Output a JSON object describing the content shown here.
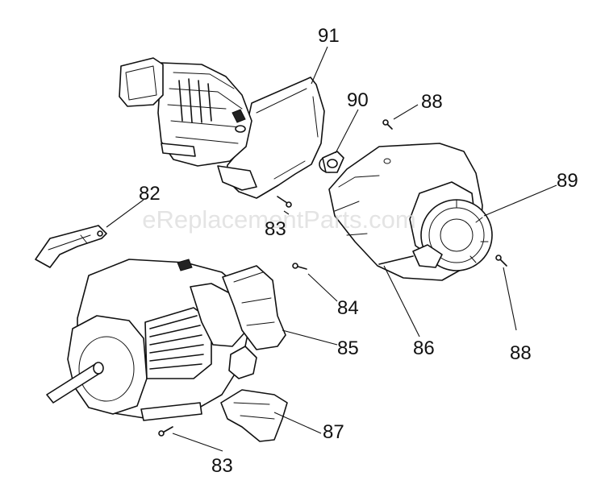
{
  "watermark": "eReplacementParts.com",
  "labels": {
    "p91": "91",
    "p90": "90",
    "p88a": "88",
    "p89": "89",
    "p82": "82",
    "p83a": "83",
    "p84": "84",
    "p85": "85",
    "p86": "86",
    "p88b": "88",
    "p87": "87",
    "p83b": "83"
  },
  "colors": {
    "ink": "#111111",
    "background": "#ffffff",
    "watermark": "#d9d9d9"
  }
}
